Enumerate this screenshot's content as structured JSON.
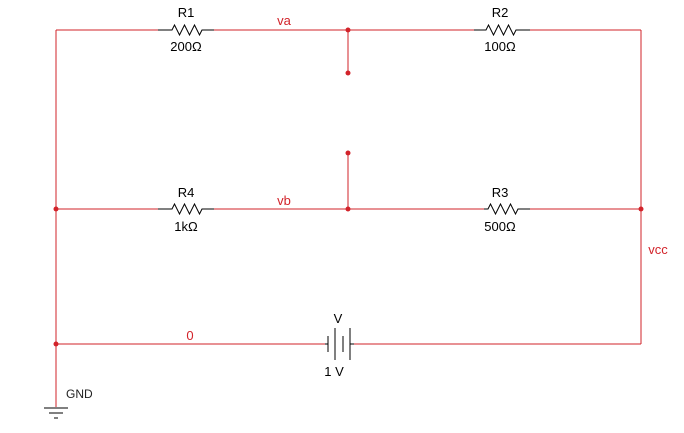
{
  "colors": {
    "wire": "#d2232a",
    "component": "#000000",
    "background": "#ffffff"
  },
  "components": {
    "r1": {
      "name": "R1",
      "value": "200Ω"
    },
    "r2": {
      "name": "R2",
      "value": "100Ω"
    },
    "r3": {
      "name": "R3",
      "value": "500Ω"
    },
    "r4": {
      "name": "R4",
      "value": "1kΩ"
    },
    "battery": {
      "name": "V",
      "value": "1 V"
    }
  },
  "nets": {
    "va": "va",
    "vb": "vb",
    "vcc": "vcc",
    "zero": "0"
  },
  "ground": {
    "label": "GND"
  }
}
